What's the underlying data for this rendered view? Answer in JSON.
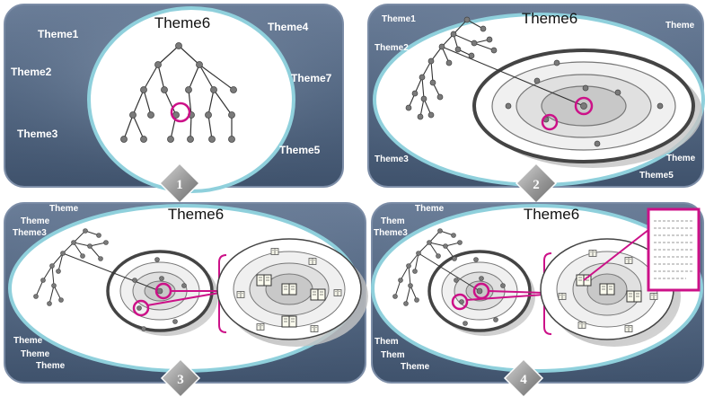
{
  "panels": [
    {
      "title": "Theme6",
      "step": "1",
      "themes": [
        "Theme1",
        "Theme4",
        "Theme2",
        "Theme7",
        "Theme3",
        "Theme5"
      ]
    },
    {
      "title": "Theme6",
      "step": "2",
      "themes": [
        "Theme1",
        "Theme2",
        "Theme3",
        "Theme",
        "Theme",
        "Theme5"
      ]
    },
    {
      "title": "Theme6",
      "step": "3",
      "themes": [
        "Theme",
        "Theme",
        "Theme3",
        "Theme",
        "Theme",
        "Theme"
      ]
    },
    {
      "title": "Theme6",
      "step": "4",
      "themes": [
        "Theme",
        "Them",
        "Theme3",
        "Them",
        "Them",
        "Theme"
      ]
    }
  ],
  "colors": {
    "panel_fill": "#5a6f8a",
    "ellipse_border": "#8fd0dc",
    "highlight": "#cc1188",
    "node": "#7a7a7a"
  }
}
